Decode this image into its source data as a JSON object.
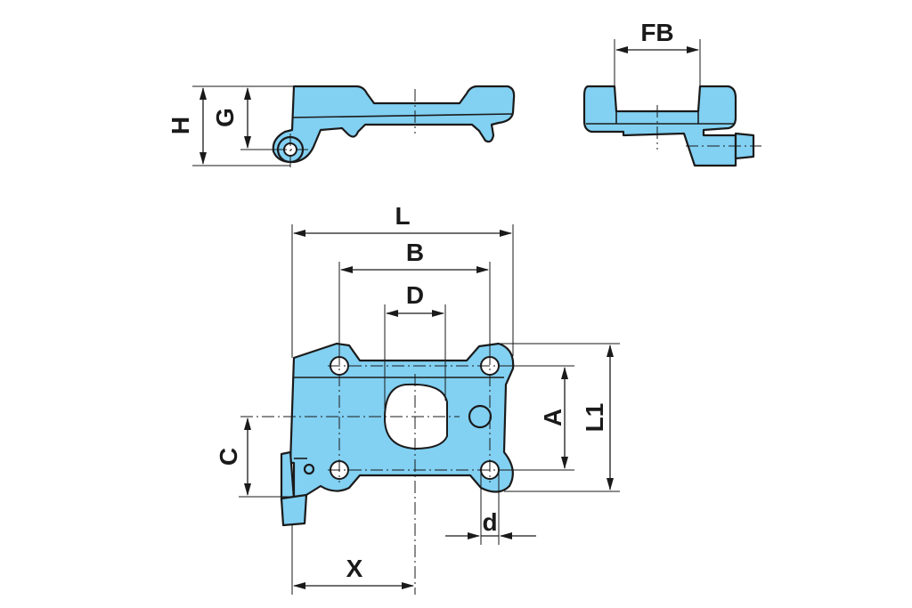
{
  "labels": {
    "H": "H",
    "G": "G",
    "FB": "FB",
    "L": "L",
    "B": "B",
    "D": "D",
    "A": "A",
    "L1": "L1",
    "C": "C",
    "d": "d",
    "X": "X"
  },
  "colors": {
    "part_fill": "#82d0f2",
    "outline": "#1a1a1a"
  }
}
